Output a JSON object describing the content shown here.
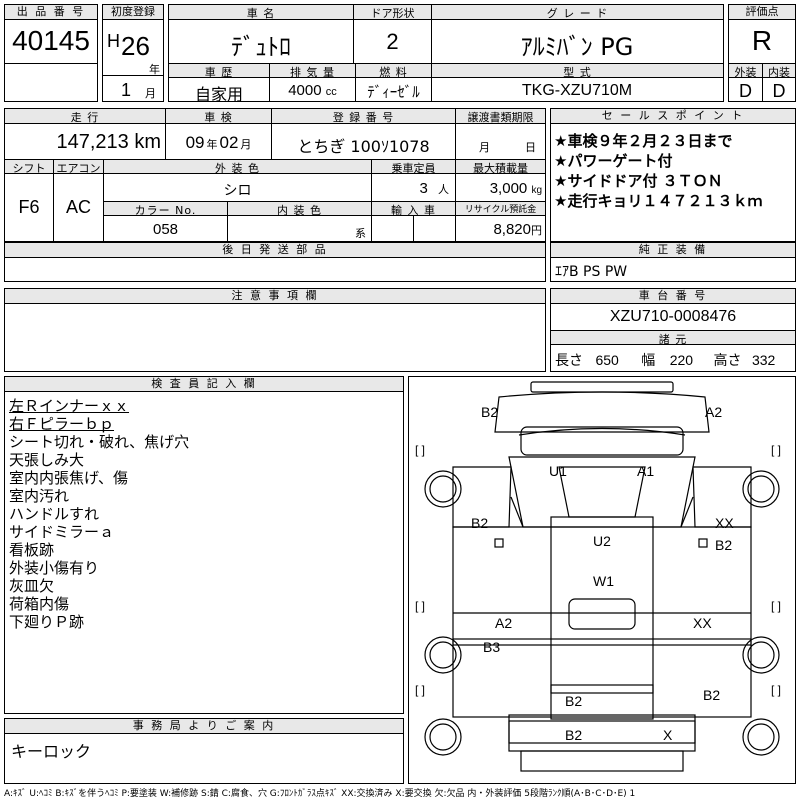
{
  "top": {
    "lot_no_label": "出 品 番 号",
    "lot_no": "40145",
    "first_reg_label": "初度登録",
    "era": "H",
    "year": "26",
    "year_unit": "年",
    "month": "1",
    "month_unit": "月",
    "car_name_label": "車 名",
    "car_name": "ﾃﾞｭﾄﾛ",
    "door_label": "ドア形状",
    "door": "2",
    "grade_label": "グ レ ー ド",
    "grade": "ｱﾙﾐﾊﾞﾝ PG",
    "score_label": "評価点",
    "score": "R",
    "history_label": "車 歴",
    "history": "自家用",
    "displacement_label": "排 気 量",
    "displacement": "4000",
    "displacement_unit": "cc",
    "fuel_label": "燃 料",
    "fuel": "ﾃﾞｨｰｾﾞﾙ",
    "model_label": "型 式",
    "model": "TKG-XZU710M",
    "exterior_label": "外装",
    "exterior": "D",
    "interior_label": "内装",
    "interior": "D"
  },
  "row2": {
    "mileage_label": "走 行",
    "mileage": "147,213",
    "mileage_unit": "km",
    "inspection_label": "車 検",
    "insp_year": "09",
    "insp_year_unit": "年",
    "insp_month": "02",
    "insp_month_unit": "月",
    "plate_label": "登 録 番 号",
    "plate": "とちぎ 100ｿ1078",
    "transfer_label": "譲渡書類期限",
    "transfer_month_unit": "月",
    "transfer_day_unit": "日",
    "shift_label": "シフト",
    "shift": "F6",
    "ac_label": "エアコン",
    "ac": "AC",
    "color_label": "外 装 色",
    "color": "シロ",
    "capacity_label": "乗車定員",
    "capacity": "3",
    "capacity_unit": "人",
    "load_label": "最大積載量",
    "load": "3,000",
    "load_unit": "kg",
    "color_no_label": "カラー No.",
    "color_no": "058",
    "int_color_label": "内 装 色",
    "int_color_unit": "系",
    "import_label": "輸 入 車",
    "recycle_label": "リサイクル預託金",
    "recycle": "8,820",
    "recycle_unit": "円"
  },
  "sales": {
    "label": "セ ー ル ス ポ イ ン ト",
    "points": [
      "★車検９年２月２３日まで",
      "★パワーゲート付",
      "★サイドドア付 ３ＴＯＮ",
      "★走行キョリ１４７２１３ｋｍ"
    ]
  },
  "later_parts": {
    "label": "後 日 発 送 部 品",
    "value": ""
  },
  "equipment": {
    "label": "純 正 装 備",
    "value": "ｴｱB PS PW"
  },
  "caution": {
    "label": "注 意 事 項 欄"
  },
  "chassis": {
    "label": "車 台 番 号",
    "number": "XZU710-0008476",
    "dims_label": "諸 元",
    "length_label": "長さ",
    "length": "650",
    "width_label": "幅",
    "width": "220",
    "height_label": "高さ",
    "height": "332"
  },
  "inspector": {
    "label": "検 査 員 記 入 欄",
    "lines": [
      "左Ｒインナーｘｘ",
      "右Ｆピラーｂｐ",
      "シート切れ・破れ、焦げ穴",
      "天張しみ大",
      "室内内張焦げ、傷",
      "室内汚れ",
      "ハンドルすれ",
      "サイドミラーａ",
      "看板跡",
      "外装小傷有り",
      "灰皿欠",
      "荷箱内傷",
      "下廻りＰ跡"
    ]
  },
  "office": {
    "label": "事 務 局 よ り ご 案 内",
    "text": "キーロック"
  },
  "diagram": {
    "labels": {
      "front_left": "B2",
      "front_right": "A2",
      "cab_left": "U1",
      "cab_right": "A1",
      "left_door": "B2",
      "right_door_xx": "XX",
      "right_door": "B2",
      "roof": "U2",
      "windshield": "W1",
      "left_side": "A2",
      "right_side": "XX",
      "left_rear": "B3",
      "cargo_floor": "B2",
      "right_rear": "B2",
      "rear_left": "B2",
      "rear_right": "X"
    },
    "brackets": "[ ]"
  },
  "legend": "A:ｷｽﾞ U:ﾍｺﾐ B:ｷｽﾞを伴うﾍｺﾐ P:要塗装 W:補修跡 S:錆 C:腐食、穴 G:ﾌﾛﾝﾄｶﾞﾗｽ点ｷｽﾞ XX:交換済み X:要交換 欠:欠品 内・外装評価 5段階ﾗﾝｸ順(A･B･C･D･E) 1"
}
